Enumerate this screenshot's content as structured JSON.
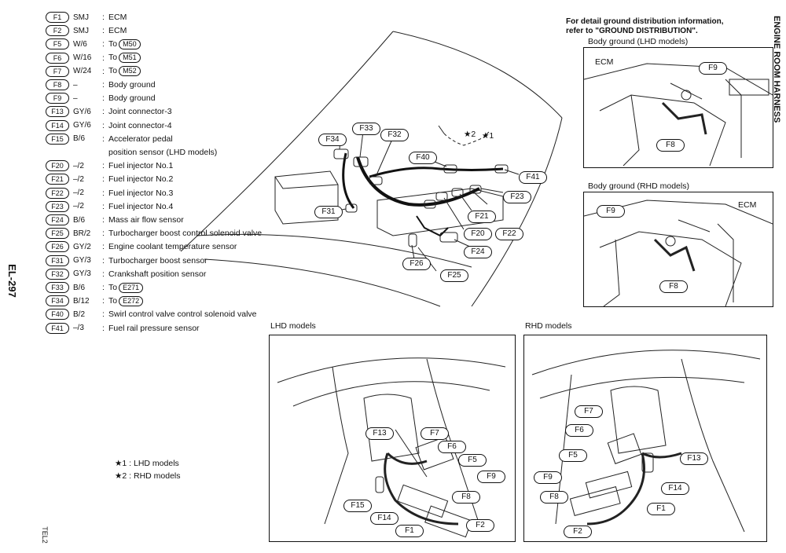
{
  "legend": [
    {
      "code": "F1",
      "wire": "SMJ",
      "desc": "ECM"
    },
    {
      "code": "F2",
      "wire": "SMJ",
      "desc": "ECM"
    },
    {
      "code": "F5",
      "wire": "W/6",
      "desc": "To",
      "to": "M50"
    },
    {
      "code": "F6",
      "wire": "W/16",
      "desc": "To",
      "to": "M51"
    },
    {
      "code": "F7",
      "wire": "W/24",
      "desc": "To",
      "to": "M52"
    },
    {
      "code": "F8",
      "wire": "–",
      "desc": "Body ground"
    },
    {
      "code": "F9",
      "wire": "–",
      "desc": "Body ground"
    },
    {
      "code": "F13",
      "wire": "GY/6",
      "desc": "Joint connector-3"
    },
    {
      "code": "F14",
      "wire": "GY/6",
      "desc": "Joint connector-4"
    },
    {
      "code": "F15",
      "wire": "B/6",
      "desc": "Accelerator pedal",
      "cont": "position sensor (LHD models)"
    },
    {
      "code": "F20",
      "wire": "–/2",
      "desc": "Fuel injector No.1"
    },
    {
      "code": "F21",
      "wire": "–/2",
      "desc": "Fuel injector No.2"
    },
    {
      "code": "F22",
      "wire": "–/2",
      "desc": "Fuel injector No.3"
    },
    {
      "code": "F23",
      "wire": "–/2",
      "desc": "Fuel injector No.4"
    },
    {
      "code": "F24",
      "wire": "B/6",
      "desc": "Mass air flow sensor"
    },
    {
      "code": "F25",
      "wire": "BR/2",
      "desc": "Turbocharger boost control solenoid valve"
    },
    {
      "code": "F26",
      "wire": "GY/2",
      "desc": "Engine coolant temperature sensor"
    },
    {
      "code": "F31",
      "wire": "GY/3",
      "desc": "Turbocharger boost sensor"
    },
    {
      "code": "F32",
      "wire": "GY/3",
      "desc": "Crankshaft position sensor"
    },
    {
      "code": "F33",
      "wire": "B/6",
      "desc": "To",
      "to": "E271"
    },
    {
      "code": "F34",
      "wire": "B/12",
      "desc": "To",
      "to": "E272"
    },
    {
      "code": "F40",
      "wire": "B/2",
      "desc": "Swirl control valve control solenoid valve"
    },
    {
      "code": "F41",
      "wire": "–/3",
      "desc": "Fuel rail pressure sensor"
    }
  ],
  "ground_note": {
    "line1": "For detail ground distribution information,",
    "line2": "refer to \"GROUND DISTRIBUTION\"."
  },
  "panels": {
    "lhd_ground_title": "Body ground (LHD models)",
    "rhd_ground_title": "Body ground (RHD models)",
    "lhd_models": "LHD models",
    "rhd_models": "RHD models"
  },
  "engine_callouts": {
    "F34": "F34",
    "F33": "F33",
    "F32": "F32",
    "F40": "F40",
    "F41": "F41",
    "F23": "F23",
    "F31": "F31",
    "F21": "F21",
    "F22": "F22",
    "F20": "F20",
    "F24": "F24",
    "F26": "F26",
    "F25": "F25",
    "star2": "★2",
    "star1": "★1"
  },
  "lhd_ground_callouts": {
    "ECM": "ECM",
    "F9": "F9",
    "F8": "F8"
  },
  "rhd_ground_callouts": {
    "F9": "F9",
    "ECM": "ECM",
    "F8": "F8"
  },
  "lhd_callouts": {
    "F13": "F13",
    "F7": "F7",
    "F6": "F6",
    "F5": "F5",
    "F9": "F9",
    "F8": "F8",
    "F15": "F15",
    "F14": "F14",
    "F1": "F1",
    "F2": "F2"
  },
  "rhd_callouts": {
    "F7": "F7",
    "F6": "F6",
    "F5": "F5",
    "F13": "F13",
    "F9": "F9",
    "F14": "F14",
    "F8": "F8",
    "F1": "F1",
    "F2": "F2"
  },
  "notes": {
    "n1": "★1 : LHD models",
    "n2": "★2 : RHD models"
  },
  "footer_code": "TEL2",
  "page_ref": "EL-297",
  "side_title": "ENGINE ROOM HARNESS"
}
